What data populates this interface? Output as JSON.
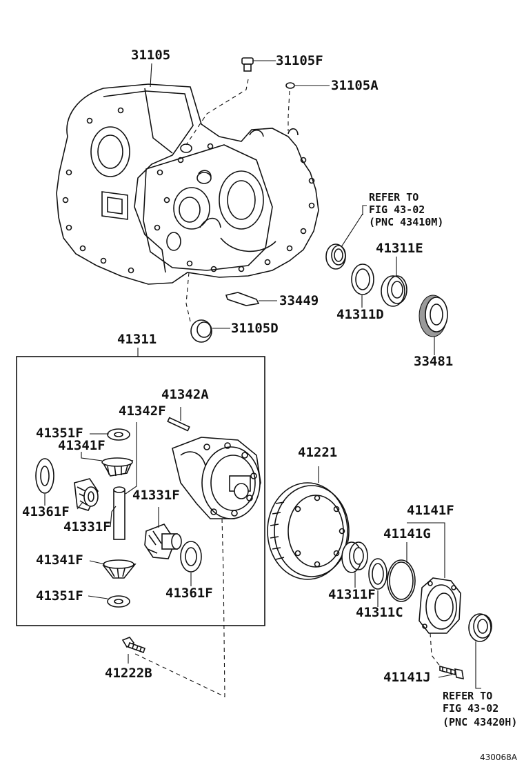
{
  "diagram": {
    "labels": {
      "p31105": "31105",
      "p31105F": "31105F",
      "p31105A": "31105A",
      "p33449": "33449",
      "p31105D": "31105D",
      "p41311_top": "41311",
      "p41311E": "41311E",
      "p41311D": "41311D",
      "p33481": "33481",
      "p41342A": "41342A",
      "p41342F": "41342F",
      "p41351F_top": "41351F",
      "p41341F_top": "41341F",
      "p41361F_left": "41361F",
      "p41331F_left": "41331F",
      "p41331F_mid": "41331F",
      "p41341F_bottom": "41341F",
      "p41351F_bottom": "41351F",
      "p41361F_right": "41361F",
      "p41222B": "41222B",
      "p41221": "41221",
      "p41141F": "41141F",
      "p41141G": "41141G",
      "p41311F": "41311F",
      "p41311C": "41311C",
      "p41141J": "41141J"
    },
    "refer_top": {
      "line1": "REFER TO",
      "line2": "FIG 43-02",
      "line3": "(PNC 43410M)"
    },
    "refer_bottom": {
      "line1": "REFER TO",
      "line2": "FIG 43-02",
      "line3": "(PNC 43420H)"
    },
    "figure_code": "430068A"
  }
}
